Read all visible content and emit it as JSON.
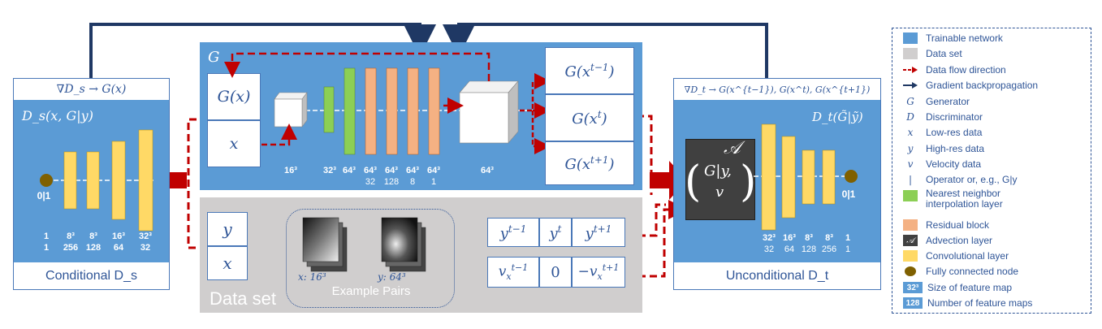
{
  "colors": {
    "panel_blue": "#5b9bd5",
    "dataset_gray": "#d0cece",
    "arrow_navy": "#1f3864",
    "arrow_red": "#c00000",
    "residual": "#f4b183",
    "conv": "#ffd966",
    "nn": "#8ccf55",
    "node": "#7f6000"
  },
  "left_disc": {
    "header": "∇D_s → G(x)",
    "title": "D_s(x, G|y)",
    "footer": "Conditional D_s",
    "output": "0|1",
    "sizes": [
      "1",
      "8³",
      "8³",
      "16³",
      "32³"
    ],
    "counts": [
      "1",
      "256",
      "128",
      "64",
      "32"
    ]
  },
  "generator": {
    "title": "G",
    "input_top": "G(x)",
    "input_bottom": "x",
    "cube_in_label": "16³",
    "sizes": [
      "32³",
      "64³",
      "64³",
      "64³",
      "64³",
      "64³"
    ],
    "counts": [
      "",
      "",
      "32",
      "128",
      "8",
      "1"
    ],
    "cube_out_label": "64³",
    "outputs": [
      "G(x^{t−1})",
      "G(x^t)",
      "G(x^{t+1})"
    ]
  },
  "dataset": {
    "label": "Data set",
    "pair_top": "y",
    "pair_bottom": "x",
    "example_label": "Example Pairs",
    "x_caption": "x: 16³",
    "y_caption": "y: 64³",
    "y_row": [
      "y^{t−1}",
      "y^t",
      "y^{t+1}"
    ],
    "v_row": [
      "v_x^{t−1}",
      "0",
      "−v_x^{t+1}"
    ]
  },
  "right_disc": {
    "header": "∇D_t → G(x^{t−1}), G(x^t), G(x^{t+1})",
    "title": "D_t(G̃|ỹ)",
    "footer": "Unconditional D_t",
    "output": "0|1",
    "advection_symbol": "𝒜",
    "advection_inner_top": "G|y,",
    "advection_inner_bottom": "v",
    "sizes": [
      "32³",
      "16³",
      "8³",
      "8³",
      "1"
    ],
    "counts": [
      "32",
      "64",
      "128",
      "256",
      "1"
    ]
  },
  "legend": [
    {
      "icon": "blue-square-icon",
      "text": "Trainable network"
    },
    {
      "icon": "gray-square-icon",
      "text": "Data set"
    },
    {
      "icon": "red-dashed-arrow-icon",
      "text": "Data flow direction"
    },
    {
      "icon": "navy-arrow-icon",
      "text": "Gradient backpropagation"
    },
    {
      "sym": "G",
      "text": "Generator"
    },
    {
      "sym": "D",
      "text": "Discriminator"
    },
    {
      "sym": "x",
      "text": "Low-res data"
    },
    {
      "sym": "y",
      "text": "High-res data"
    },
    {
      "sym": "v",
      "text": "Velocity data"
    },
    {
      "sym": "|",
      "text": "Operator or, e.g., G|y"
    },
    {
      "icon": "green-square-icon",
      "text": "Nearest neighbor interpolation layer"
    },
    {
      "icon": "orange-square-icon",
      "text": "Residual block"
    },
    {
      "icon": "advection-icon",
      "text": "Advection layer"
    },
    {
      "icon": "yellow-square-icon",
      "text": "Convolutional layer"
    },
    {
      "icon": "brown-node-icon",
      "text": "Fully connected node"
    },
    {
      "icon": "size-badge-icon",
      "badge": "32³",
      "text": "Size of feature map"
    },
    {
      "icon": "count-badge-icon",
      "badge": "128",
      "text": "Number of feature maps"
    }
  ]
}
